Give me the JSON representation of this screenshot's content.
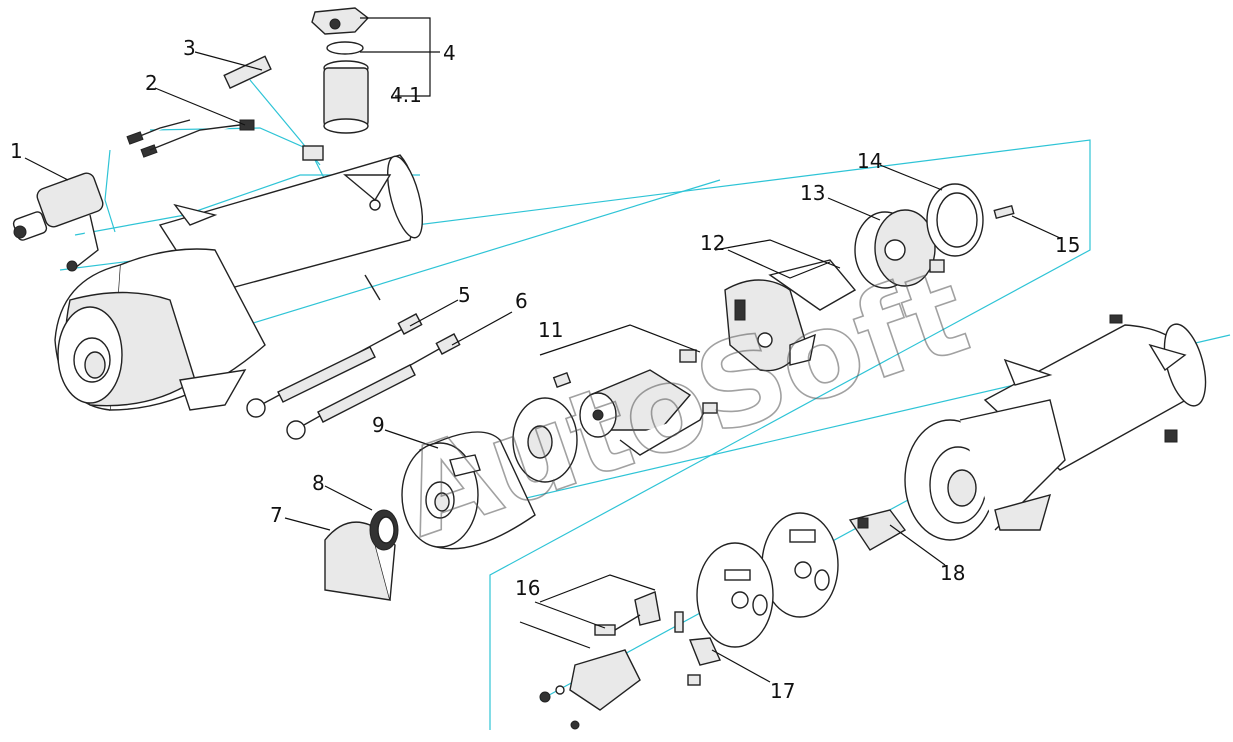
{
  "watermark": "AutoSoft",
  "callouts": [
    "1",
    "2",
    "3",
    "4",
    "4.1",
    "5",
    "6",
    "7",
    "8",
    "9",
    "11",
    "12",
    "13",
    "14",
    "15",
    "16",
    "17",
    "18"
  ]
}
